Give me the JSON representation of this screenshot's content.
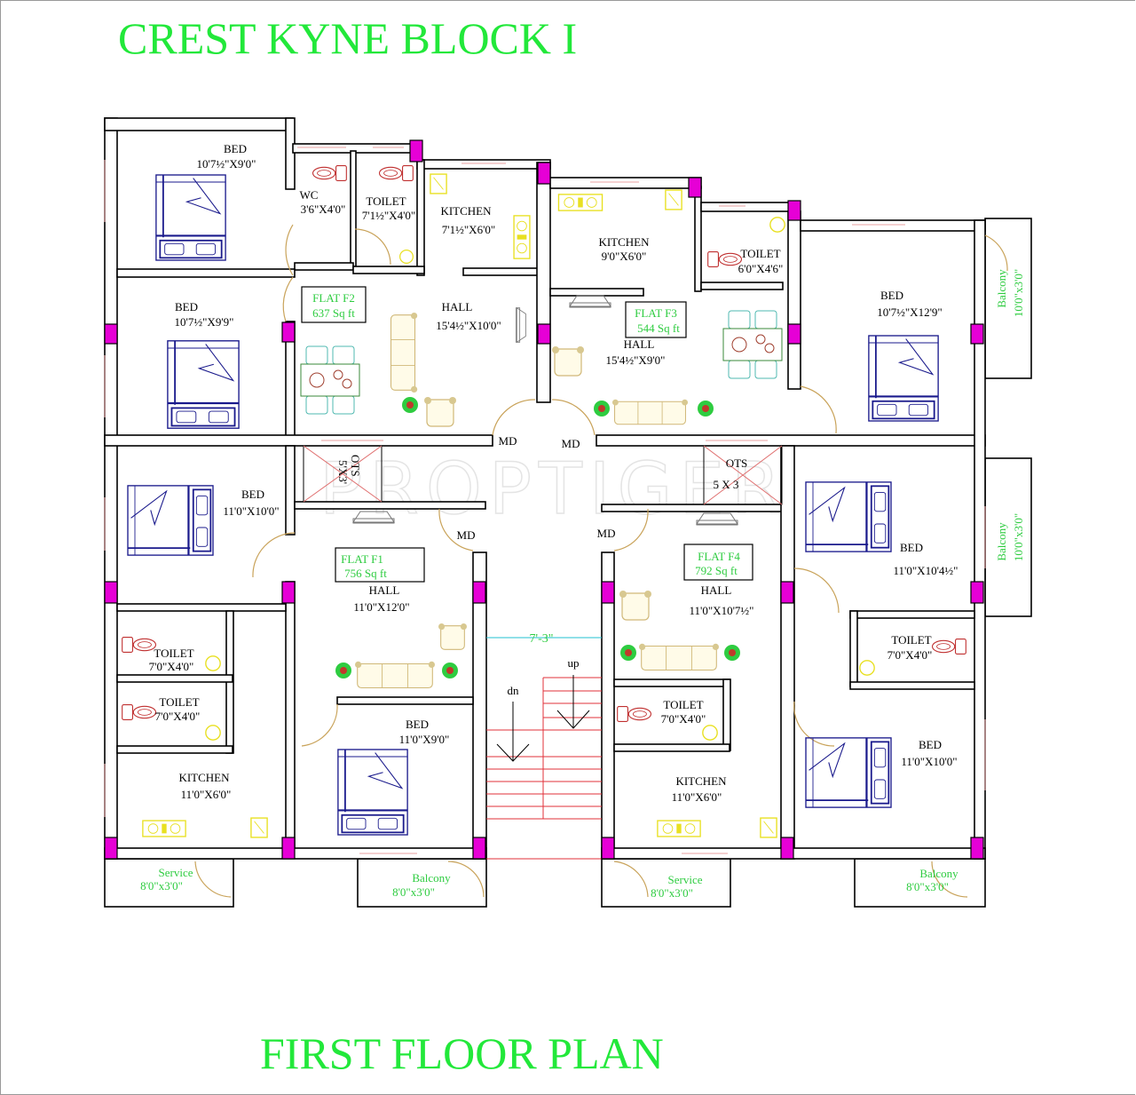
{
  "title": "CREST KYNE  BLOCK I",
  "footer": "FIRST  FLOOR PLAN",
  "watermark": "PROPTIGER",
  "colors": {
    "title": "#22e83a",
    "column": "#e600d6",
    "bed": "#1a1a8c",
    "sofa": "#d8c890",
    "dining": "#4fb8b0",
    "sanitary": "#c03030",
    "kitchen": "#e8e020"
  },
  "staircase": {
    "down": "dn",
    "up": "up",
    "width": "7'-3\""
  },
  "flats": [
    {
      "id": "FLAT F2",
      "area": "637 Sq ft",
      "main_door": "MD",
      "rooms": [
        {
          "name": "BED",
          "size": "10'7½\"X9'0\""
        },
        {
          "name": "WC",
          "size": "3'6\"X4'0\""
        },
        {
          "name": "TOILET",
          "size": "7'1½\"X4'0\""
        },
        {
          "name": "KITCHEN",
          "size": "7'1½\"X6'0\""
        },
        {
          "name": "BED",
          "size": "10'7½\"X9'9\""
        },
        {
          "name": "HALL",
          "size": "15'4½\"X10'0\""
        }
      ]
    },
    {
      "id": "FLAT F3",
      "area": "544 Sq ft",
      "main_door": "MD",
      "rooms": [
        {
          "name": "KITCHEN",
          "size": "9'0\"X6'0\""
        },
        {
          "name": "TOILET",
          "size": "6'0\"X4'6\""
        },
        {
          "name": "BED",
          "size": "10'7½\"X12'9\""
        },
        {
          "name": "Balcony",
          "size": "10'0\"x3'0\""
        },
        {
          "name": "HALL",
          "size": "15'4½\"X9'0\""
        }
      ]
    },
    {
      "id": "FLAT F1",
      "area": "756 Sq ft",
      "main_door": "MD",
      "ots": {
        "name": "OTS",
        "size": "5'X3'"
      },
      "rooms": [
        {
          "name": "BED",
          "size": "11'0\"X10'0\""
        },
        {
          "name": "HALL",
          "size": "11'0\"X12'0\""
        },
        {
          "name": "TOILET",
          "size": "7'0\"X4'0\""
        },
        {
          "name": "TOILET",
          "size": "7'0\"X4'0\""
        },
        {
          "name": "BED",
          "size": "11'0\"X9'0\""
        },
        {
          "name": "KITCHEN",
          "size": "11'0\"X6'0\""
        },
        {
          "name": "Service",
          "size": "8'0\"x3'0\""
        },
        {
          "name": "Balcony",
          "size": "8'0\"x3'0\""
        }
      ]
    },
    {
      "id": "FLAT F4",
      "area": "792 Sq ft",
      "main_door": "MD",
      "ots": {
        "name": "OTS",
        "size": "5 X 3"
      },
      "rooms": [
        {
          "name": "HALL",
          "size": "11'0\"X10'7½\""
        },
        {
          "name": "TOILET",
          "size": "7'0\"X4'0\""
        },
        {
          "name": "KITCHEN",
          "size": "11'0\"X6'0\""
        },
        {
          "name": "Service",
          "size": "8'0\"x3'0\""
        },
        {
          "name": "BED",
          "size": "11'0\"X10'4½\""
        },
        {
          "name": "TOILET",
          "size": "7'0\"X4'0\""
        },
        {
          "name": "BED",
          "size": "11'0\"X10'0\""
        },
        {
          "name": "Balcony",
          "size": "8'0\"x3'0\""
        },
        {
          "name": "Balcony",
          "size": "10'0\"x3'0\""
        }
      ]
    }
  ]
}
